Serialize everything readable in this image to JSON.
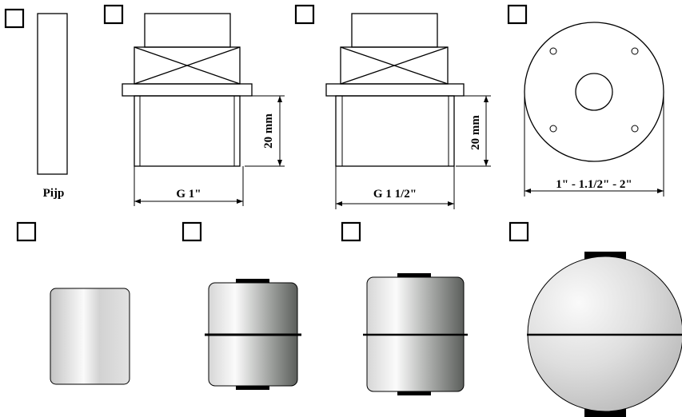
{
  "labels": {
    "pipe": "Pijp",
    "thread_1": "G 1\"",
    "thread_2": "G 1 1/2\"",
    "flange": "1\" - 1.1/2\" - 2\"",
    "height_1": "20 mm",
    "height_2": "20 mm"
  },
  "options": [
    {
      "id": "pipe",
      "checked": false
    },
    {
      "id": "thread-g1",
      "checked": false
    },
    {
      "id": "thread-g1-1-2",
      "checked": false
    },
    {
      "id": "flange",
      "checked": false
    },
    {
      "id": "float-cylinder-plain",
      "checked": false
    },
    {
      "id": "float-cylinder-rim-1",
      "checked": false
    },
    {
      "id": "float-cylinder-rim-2",
      "checked": false
    },
    {
      "id": "float-sphere",
      "checked": false
    }
  ],
  "colors": {
    "stroke": "#000000",
    "metal_light": "#fbfbfb",
    "metal_dark": "#5f625f",
    "sphere_light": "#f4f4f4",
    "sphere_dark": "#c6c6c6"
  }
}
